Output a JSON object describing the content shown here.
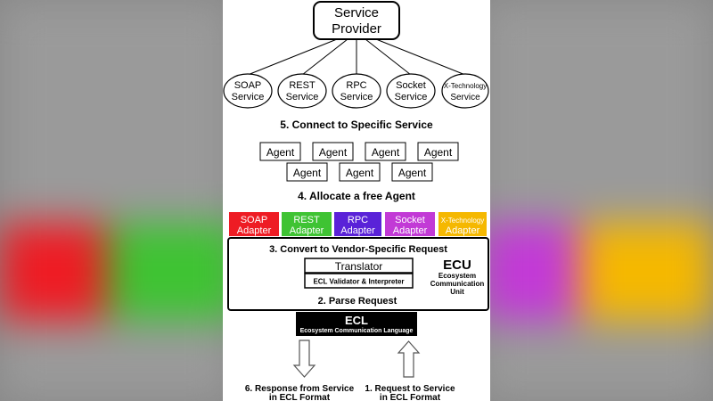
{
  "provider": {
    "line1": "Service",
    "line2": "Provider"
  },
  "services": [
    {
      "line1": "SOAP",
      "line2": "Service"
    },
    {
      "line1": "REST",
      "line2": "Service"
    },
    {
      "line1": "RPC",
      "line2": "Service"
    },
    {
      "line1": "Socket",
      "line2": "Service"
    },
    {
      "line1": "X-Technology",
      "line2": "Service"
    }
  ],
  "steps": {
    "step5": "5. Connect to Specific Service",
    "step4": "4. Allocate a free Agent",
    "step3": "3. Convert to Vendor-Specific Request",
    "step2": "2. Parse Request",
    "step6_line1": "6. Response from Service",
    "step6_line2": "in ECL Format",
    "step1_line1": "1. Request to Service",
    "step1_line2": "in ECL Format"
  },
  "agents": [
    "Agent",
    "Agent",
    "Agent",
    "Agent",
    "Agent",
    "Agent",
    "Agent"
  ],
  "adapters": [
    {
      "line1": "SOAP",
      "line2": "Adapter",
      "color": "#ee1c24"
    },
    {
      "line1": "REST",
      "line2": "Adapter",
      "color": "#3fc333"
    },
    {
      "line1": "RPC",
      "line2": "Adapter",
      "color": "#5a22d8"
    },
    {
      "line1": "Socket",
      "line2": "Adapter",
      "color": "#c23ad6"
    },
    {
      "line1": "X-Technology",
      "line2": "Adapter",
      "color": "#f5b800"
    }
  ],
  "ecu": {
    "title": "ECU",
    "sub1": "Ecosystem",
    "sub2": "Communication",
    "sub3": "Unit",
    "translator": "Translator",
    "validator": "ECL Validator & Interpreter"
  },
  "ecl": {
    "title": "ECL",
    "subtitle": "Ecosystem Communication Language"
  }
}
